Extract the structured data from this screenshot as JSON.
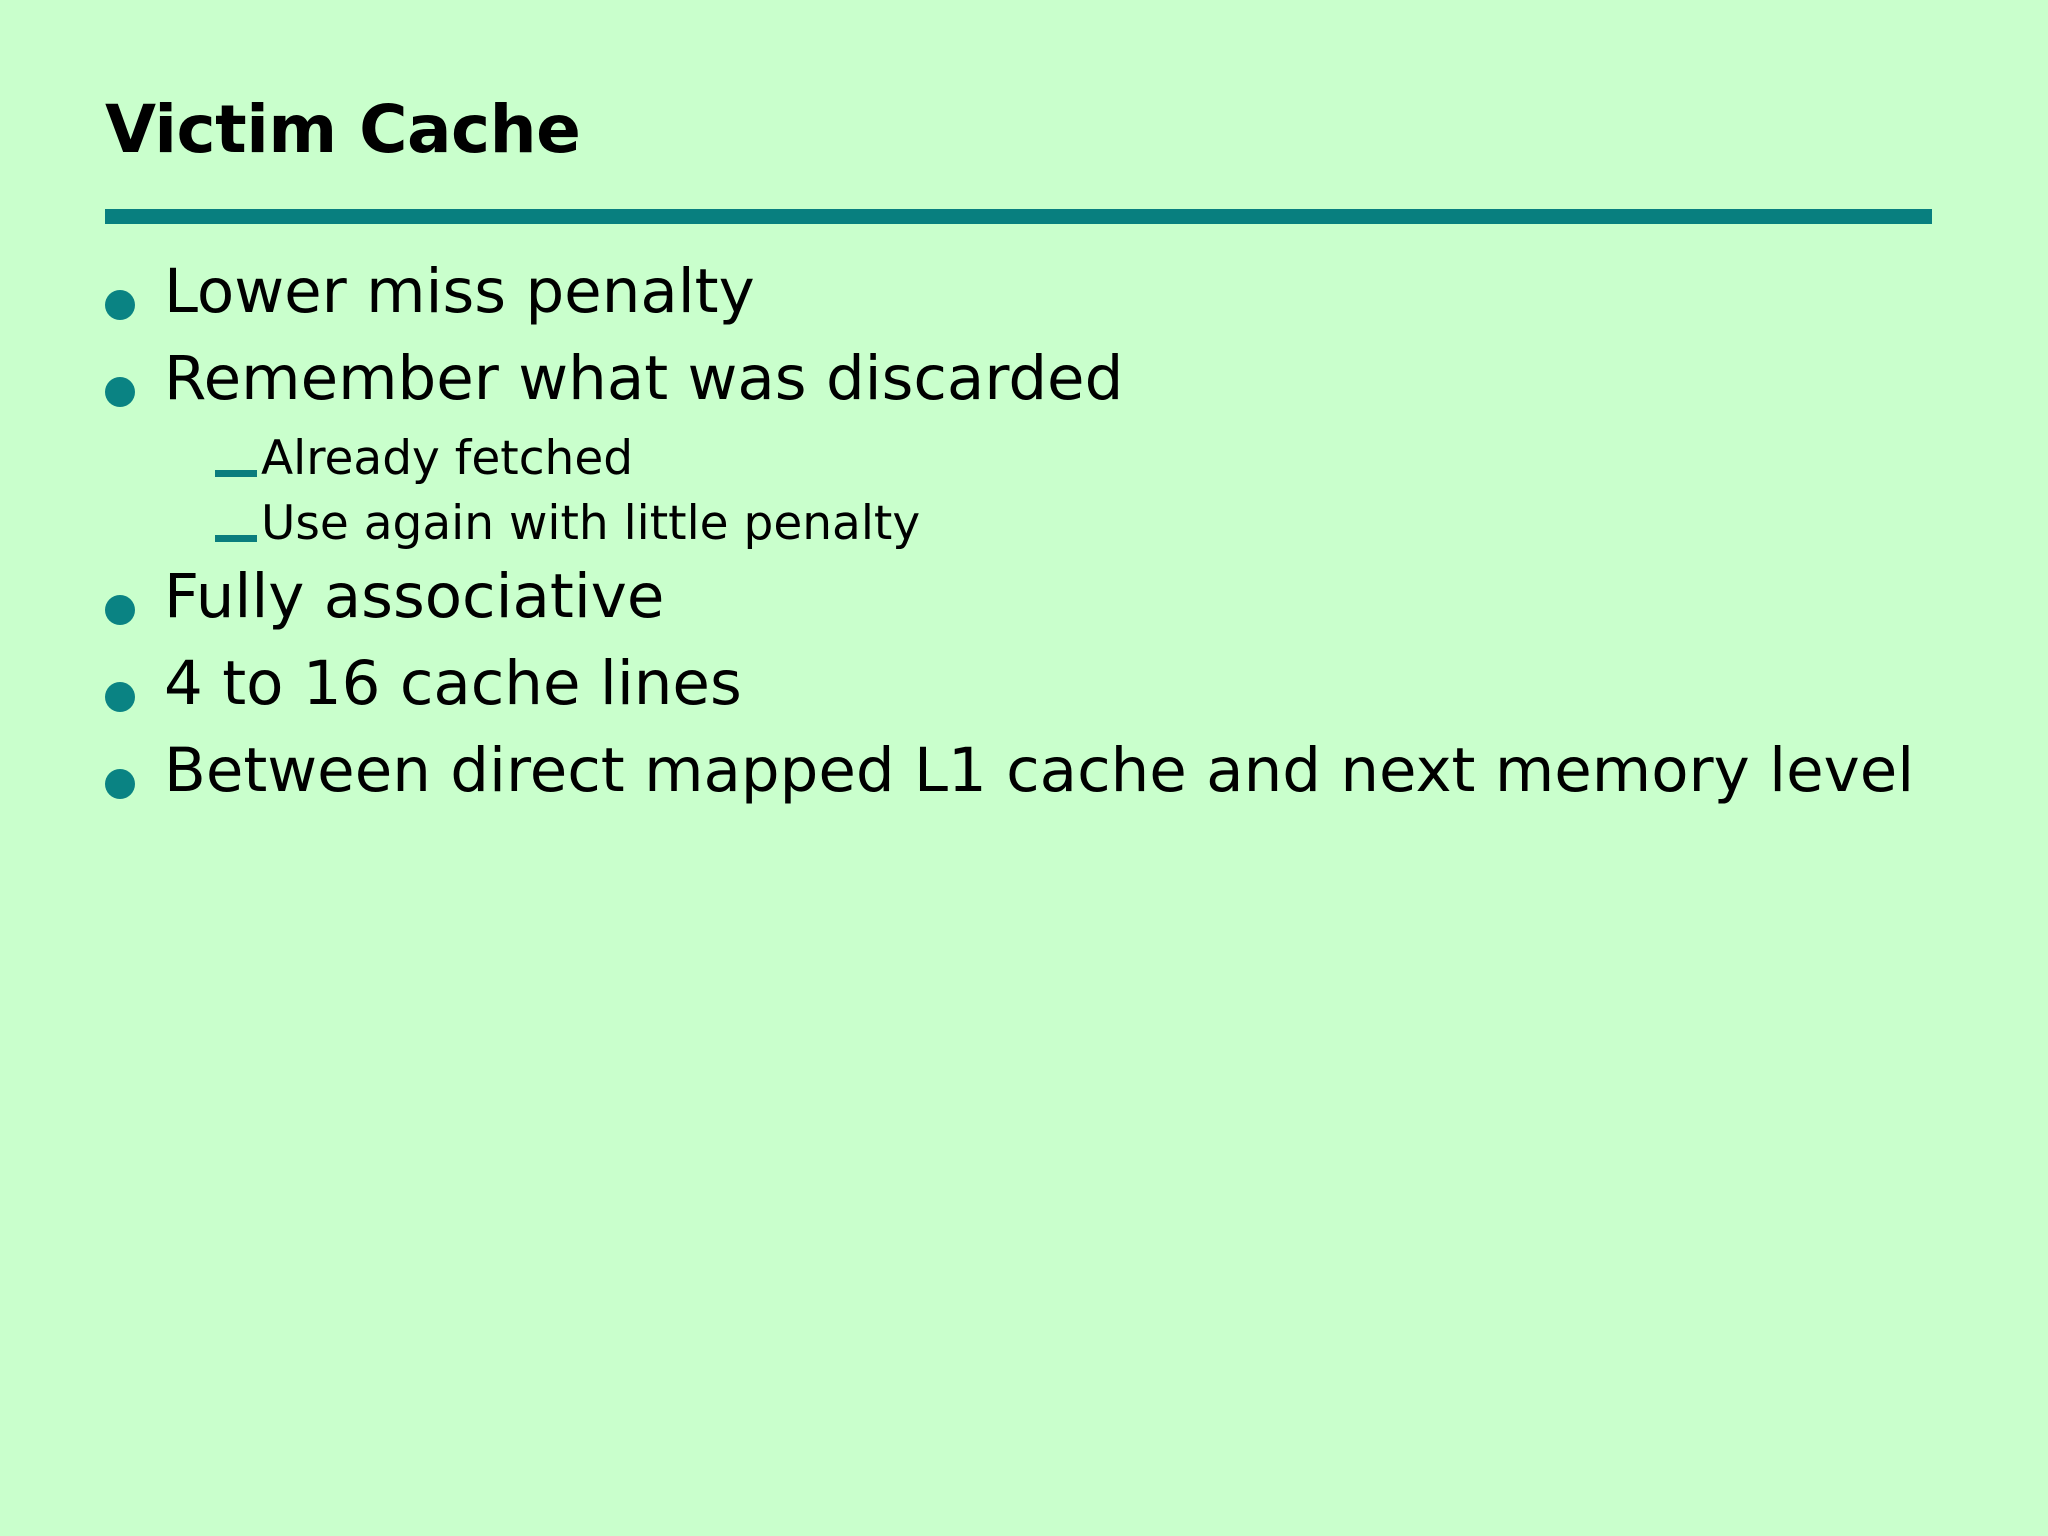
{
  "slide": {
    "title": "Victim Cache",
    "background_color": "#c9ffcc",
    "accent_color": "#087f7f",
    "text_color": "#000000",
    "bullets": [
      {
        "level": 1,
        "marker": "disc",
        "text": "Lower miss penalty"
      },
      {
        "level": 1,
        "marker": "disc",
        "text": "Remember what was discarded"
      },
      {
        "level": 2,
        "marker": "em-dash",
        "text": "Already fetched"
      },
      {
        "level": 2,
        "marker": "em-dash",
        "text": "Use again with little penalty"
      },
      {
        "level": 1,
        "marker": "disc",
        "text": "Fully associative"
      },
      {
        "level": 1,
        "marker": "disc",
        "text": "4 to 16 cache lines"
      },
      {
        "level": 1,
        "marker": "disc",
        "text": "Between direct mapped L1 cache and next memory level"
      }
    ]
  }
}
